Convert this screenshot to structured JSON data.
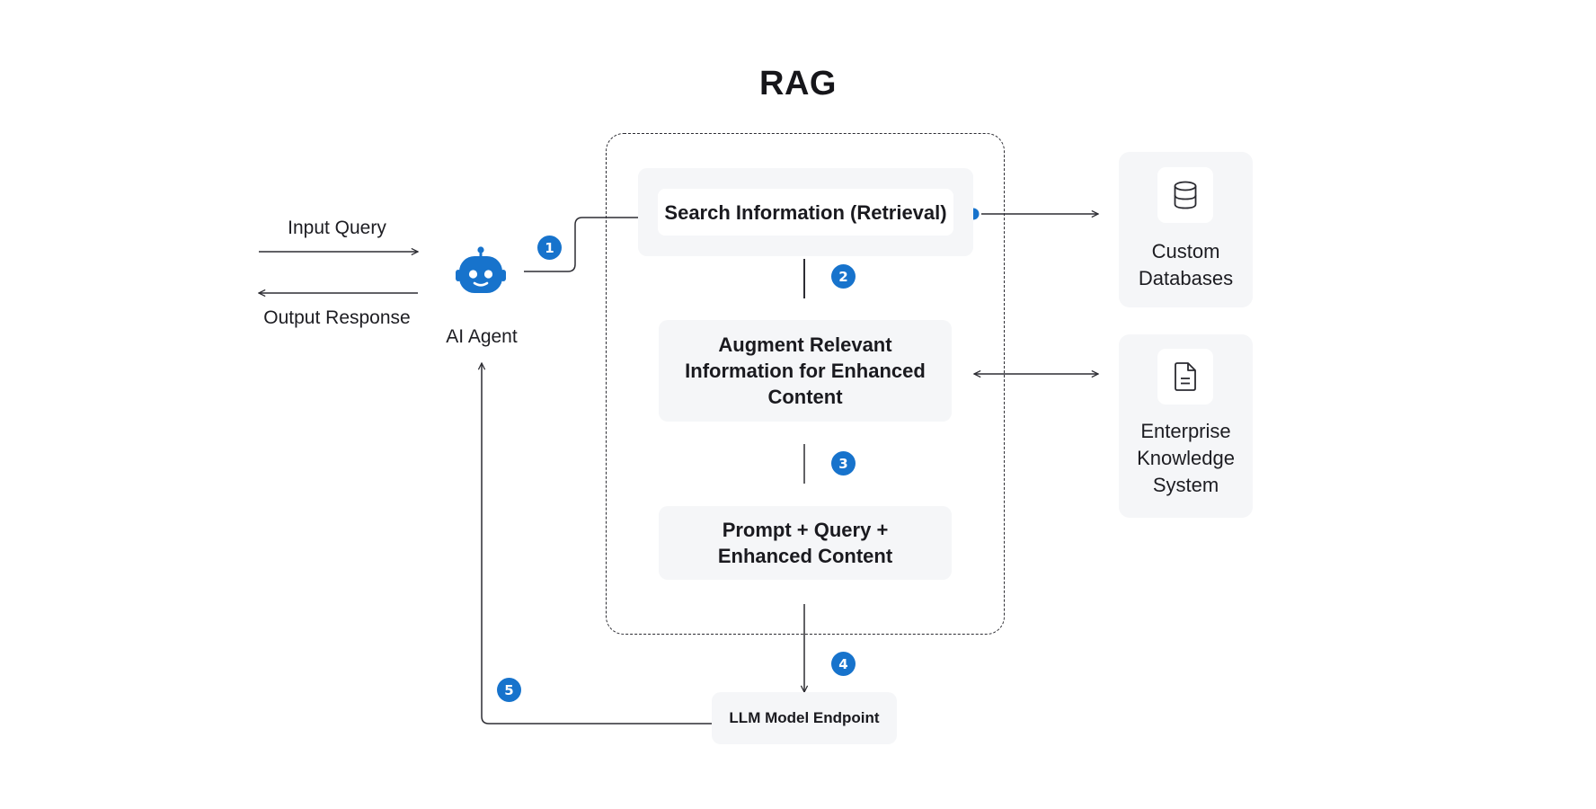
{
  "title": "RAG",
  "io": {
    "input_label": "Input Query",
    "output_label": "Output Response"
  },
  "agent": {
    "label": "AI Agent",
    "icon": "robot-icon",
    "color": "#1773cc"
  },
  "rag": {
    "retrieval": "Search Information (Retrieval)",
    "augment": "Augment Relevant Information for Enhanced Content",
    "prompt": "Prompt + Query + Enhanced Content"
  },
  "llm": {
    "label": "LLM Model Endpoint"
  },
  "sources": {
    "custom_db": {
      "label": "Custom Databases",
      "icon": "database-icon"
    },
    "enterprise": {
      "label": "Enterprise Knowledge System",
      "icon": "document-icon"
    }
  },
  "steps": [
    "1",
    "2",
    "3",
    "4",
    "5"
  ],
  "colors": {
    "accent": "#1773cc",
    "panel": "#f5f6f8",
    "line": "#2d2d33"
  }
}
